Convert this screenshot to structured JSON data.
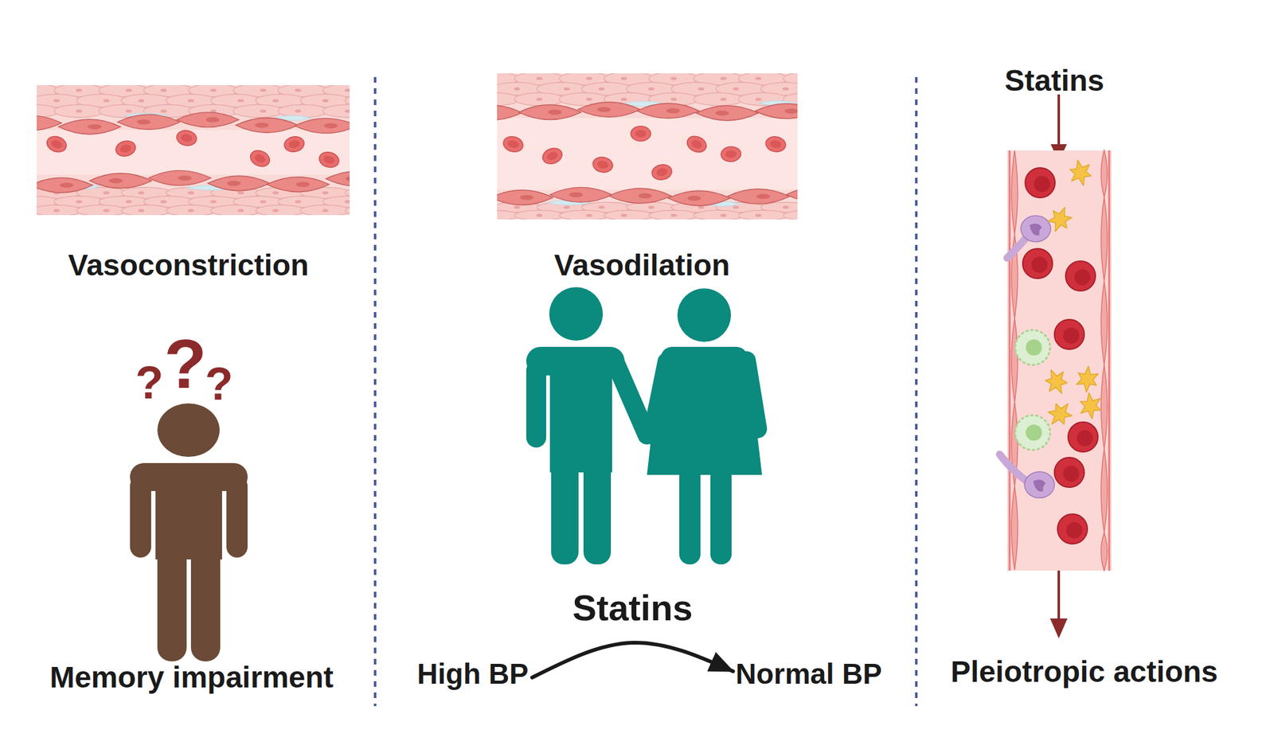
{
  "diagram": {
    "nodes": [
      {
        "text": [
          "High BP"
        ]
      },
      {
        "text": [
          "Normal BP"
        ]
      }
    ],
    "edges": [
      {
        "from": 0,
        "to": 1,
        "arrow": "to",
        "label": "Statins"
      }
    ],
    "labels": [
      "Vasoconstriction",
      "?",
      "?",
      "?",
      "Memory impairment",
      "Vasodilation",
      "Statins",
      "Pleiotropic actions"
    ]
  }
}
